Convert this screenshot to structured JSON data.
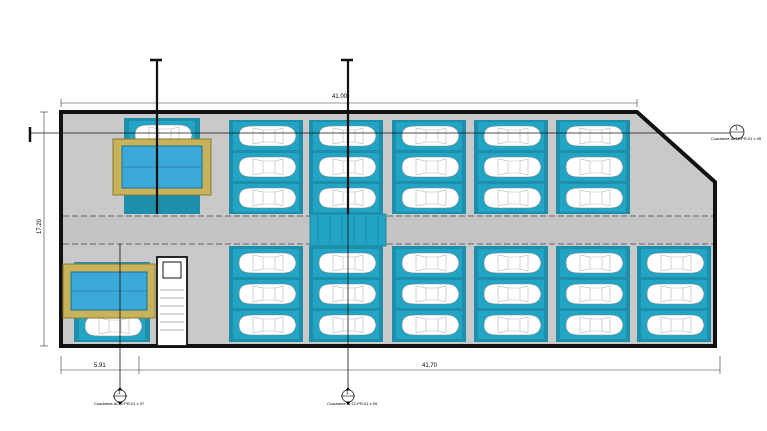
{
  "dimensions": {
    "total_length": "41.00",
    "depth": "17.20",
    "left_width": "5.91",
    "right_length": "41.70"
  },
  "section_markers": [
    {
      "id": "right",
      "number": "1",
      "label": "Cuadrante ALT2-PR-01 x 06"
    },
    {
      "id": "bottom-left",
      "number": "1",
      "label": "Cuadrante ALT2-PR-01 x 07"
    },
    {
      "id": "bottom-center",
      "number": "1",
      "label": "Cuadrante ALT2-PR-01 x 05"
    }
  ],
  "parking": {
    "top_stacks": 5,
    "bottom_stacks": 6,
    "levels_per_stack": 3,
    "colors": {
      "stack": "#22a4c4",
      "car": "#ffffff",
      "floor": "#c9c9c9",
      "wall": "#111111",
      "lift_frame": "#c8b25a",
      "lift_pit": "#3aa8d8"
    }
  }
}
